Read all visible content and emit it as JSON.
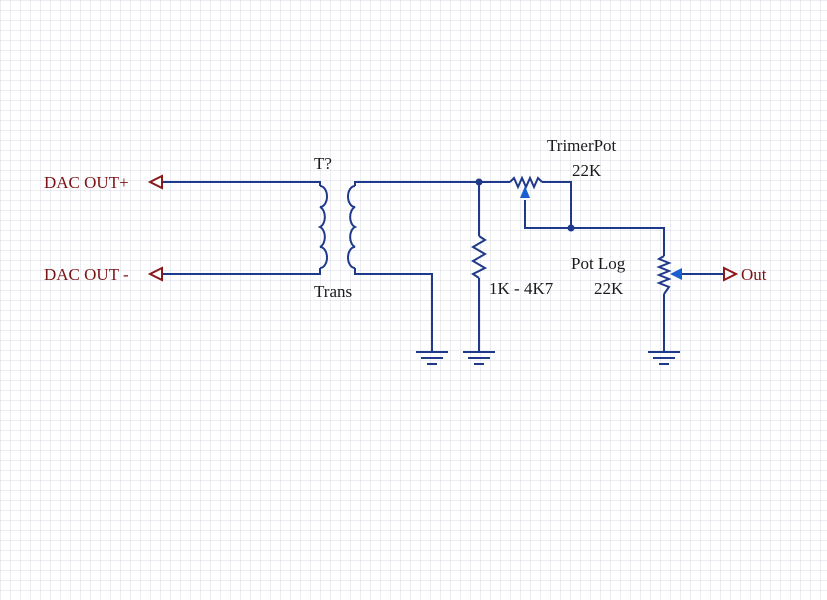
{
  "colors": {
    "wire": "#1f3a8a",
    "component": "#1f3a8a",
    "label": "#7a1414",
    "text": "#1a1a1a",
    "arrow": "#1a5fd0",
    "port": "#8a1a1a"
  },
  "ports": {
    "dac_out_plus": "DAC OUT+",
    "dac_out_minus": "DAC OUT -",
    "out": "Out"
  },
  "transformer": {
    "designator": "T?",
    "name": "Trans"
  },
  "trimmer_pot": {
    "name": "TrimerPot",
    "value": "22K"
  },
  "resistor": {
    "value": "1K - 4K7"
  },
  "pot_log": {
    "name": "Pot Log",
    "value": "22K"
  }
}
